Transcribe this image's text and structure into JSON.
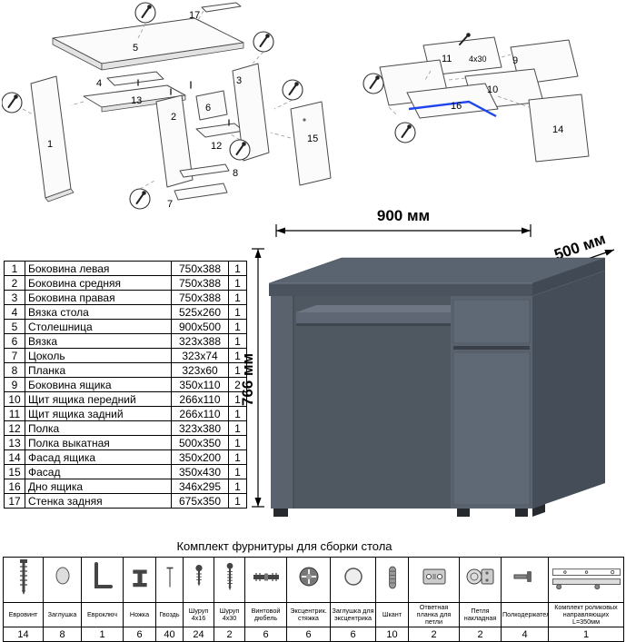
{
  "dimensions": {
    "width": "900 мм",
    "depth": "500 мм",
    "height": "766 мм"
  },
  "parts_table": {
    "rows": [
      {
        "num": "1",
        "name": "Боковина левая",
        "size": "750x388",
        "qty": "1"
      },
      {
        "num": "2",
        "name": "Боковина средняя",
        "size": "750x388",
        "qty": "1"
      },
      {
        "num": "3",
        "name": "Боковина правая",
        "size": "750x388",
        "qty": "1"
      },
      {
        "num": "4",
        "name": "Вязка стола",
        "size": "525x260",
        "qty": "1"
      },
      {
        "num": "5",
        "name": "Столешница",
        "size": "900x500",
        "qty": "1"
      },
      {
        "num": "6",
        "name": "Вязка",
        "size": "323x388",
        "qty": "1"
      },
      {
        "num": "7",
        "name": "Цоколь",
        "size": "323x74",
        "qty": "1"
      },
      {
        "num": "8",
        "name": "Планка",
        "size": "323x60",
        "qty": "1"
      },
      {
        "num": "9",
        "name": "Боковина ящика",
        "size": "350x110",
        "qty": "2"
      },
      {
        "num": "10",
        "name": "Щит ящика передний",
        "size": "266x110",
        "qty": "1"
      },
      {
        "num": "11",
        "name": "Щит ящика задний",
        "size": "266x110",
        "qty": "1"
      },
      {
        "num": "12",
        "name": "Полка",
        "size": "323x380",
        "qty": "1"
      },
      {
        "num": "13",
        "name": "Полка выкатная",
        "size": "500x350",
        "qty": "1"
      },
      {
        "num": "14",
        "name": "Фасад ящика",
        "size": "350x200",
        "qty": "1"
      },
      {
        "num": "15",
        "name": "Фасад",
        "size": "350x430",
        "qty": "1"
      },
      {
        "num": "16",
        "name": "Дно ящика",
        "size": "346x295",
        "qty": "1"
      },
      {
        "num": "17",
        "name": "Стенка задняя",
        "size": "675x350",
        "qty": "1"
      }
    ]
  },
  "hardware": {
    "title": "Комплект фурнитуры для сборки стола",
    "items": [
      {
        "icon": "euro-screw",
        "label": "Евровинт",
        "qty": "14"
      },
      {
        "icon": "cap",
        "label": "Заглушка",
        "qty": "8"
      },
      {
        "icon": "hex-key",
        "label": "Евроключ",
        "qty": "1"
      },
      {
        "icon": "foot",
        "label": "Ножка",
        "qty": "6"
      },
      {
        "icon": "nail",
        "label": "Гвоздь",
        "qty": "40"
      },
      {
        "icon": "screw-4x16",
        "label": "Шуруп 4x16",
        "qty": "24"
      },
      {
        "icon": "screw-4x30",
        "label": "Шуруп 4x30",
        "qty": "2"
      },
      {
        "icon": "dowel-screw",
        "label": "Винтовой дюбель",
        "qty": "6"
      },
      {
        "icon": "cam-lock",
        "label": "Эксцентрик. стяжка",
        "qty": "6"
      },
      {
        "icon": "cam-cap",
        "label": "Заглушка для эксцентрика",
        "qty": "6"
      },
      {
        "icon": "wood-dowel",
        "label": "Шкант",
        "qty": "10"
      },
      {
        "icon": "hinge-plate",
        "label": "Ответная планка для петли",
        "qty": "2"
      },
      {
        "icon": "hinge",
        "label": "Петля накладная",
        "qty": "2"
      },
      {
        "icon": "shelf-support",
        "label": "Полкодержатель",
        "qty": "4"
      },
      {
        "icon": "roller-guides",
        "label": "Комплект роликовых направляющих L=350мм",
        "qty": "1"
      }
    ]
  },
  "diagram_left": {
    "callouts": [
      "17",
      "5",
      "4",
      "1",
      "13",
      "2",
      "6",
      "12",
      "3",
      "8",
      "7",
      "15"
    ]
  },
  "diagram_right": {
    "callouts": [
      "11",
      "9",
      "10",
      "16",
      "14"
    ],
    "annotation": "4x30"
  }
}
